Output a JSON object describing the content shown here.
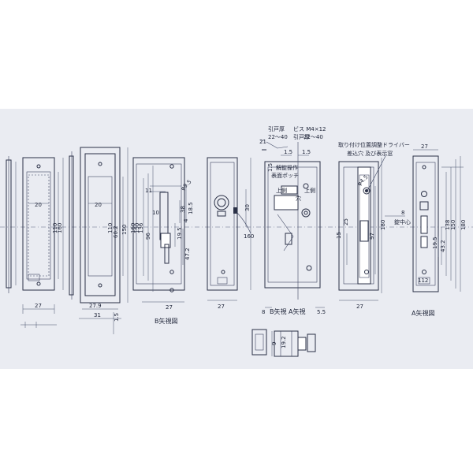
{
  "labels": {
    "view_b_inner": "B矢視図",
    "view_b_side": "B矢視 A矢視",
    "view_a": "A矢視図",
    "door_thickness_1": "引戸厚",
    "door_thickness_1_range": "22～40",
    "door_thickness_2": "引戸厚",
    "door_thickness_2_range": "22～40",
    "screw": "ビス M4×12",
    "mount_adjust_1": "取り付け位置調整ドライバー",
    "mount_adjust_2": "差込穴 及び表示窓",
    "face_mark": "表面ポッチ",
    "unlock": "解錠操作",
    "up1": "上側",
    "up2": "上側",
    "hole": "穴",
    "center": "錠中心"
  },
  "dims": {
    "d20a": "20",
    "d110a": "110",
    "d160a": "160",
    "d27a": "27",
    "d20b": "20",
    "d110b": "110",
    "d60_2": "60.2",
    "d150": "150",
    "d27_9": "27.9",
    "d31": "31",
    "d1_5a": "1.5",
    "d11": "11",
    "d9_5": "φ9.5",
    "d10": "10",
    "d38": "38",
    "d18_5": "18.5",
    "d4": "4",
    "d19_5a": "19.5",
    "d47_2": "47.2",
    "d96": "96",
    "d136": "136",
    "d150b": "150",
    "d160b": "160",
    "d27b": "27",
    "d30": "30",
    "d160c": "160",
    "d27c": "27",
    "d21": "21",
    "d1_5b": "1.5",
    "d1_5c": "1.5",
    "d1_5d": "1.5",
    "d15": "15",
    "d8": "8",
    "d5_5": "5.5",
    "d4_5": "φ4.5",
    "d25": "25",
    "d97": "97",
    "d180": "180",
    "d27d": "27",
    "d8b": "8",
    "d27e": "27",
    "d138": "138",
    "d150c": "150",
    "d180b": "180",
    "d112": "112",
    "d19_5b": "19.5",
    "d43_2": "43.2",
    "d9": "9",
    "d19_2": "19.2"
  }
}
